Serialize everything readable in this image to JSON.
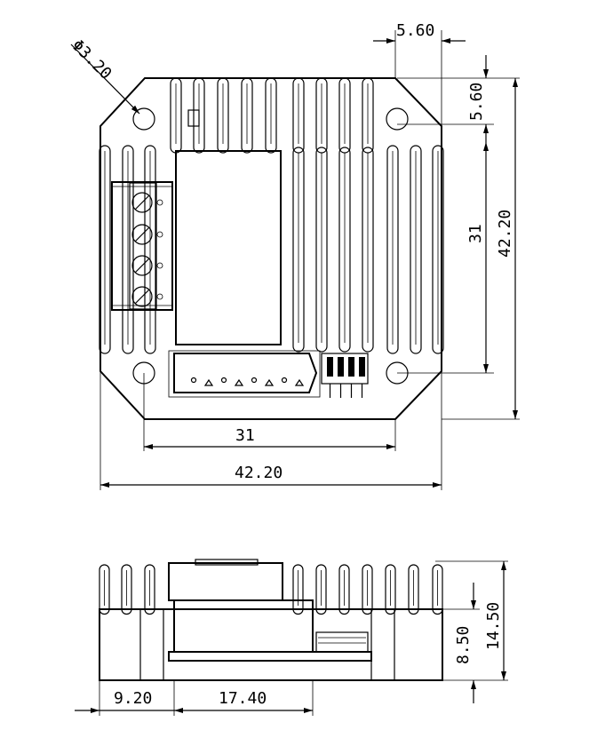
{
  "drawing": {
    "top_view": {
      "hole_diameter_label": "Φ3.20",
      "hole_offset_x_label": "5.60",
      "hole_offset_y_label": "5.60",
      "hole_pitch_vertical_label": "31",
      "overall_height_label": "42.20",
      "hole_pitch_horizontal_label": "31",
      "overall_width_label": "42.20"
    },
    "side_view": {
      "offset_left_label": "9.20",
      "body_width_label": "17.40",
      "board_height_label": "8.50",
      "overall_height_label": "14.50"
    }
  }
}
